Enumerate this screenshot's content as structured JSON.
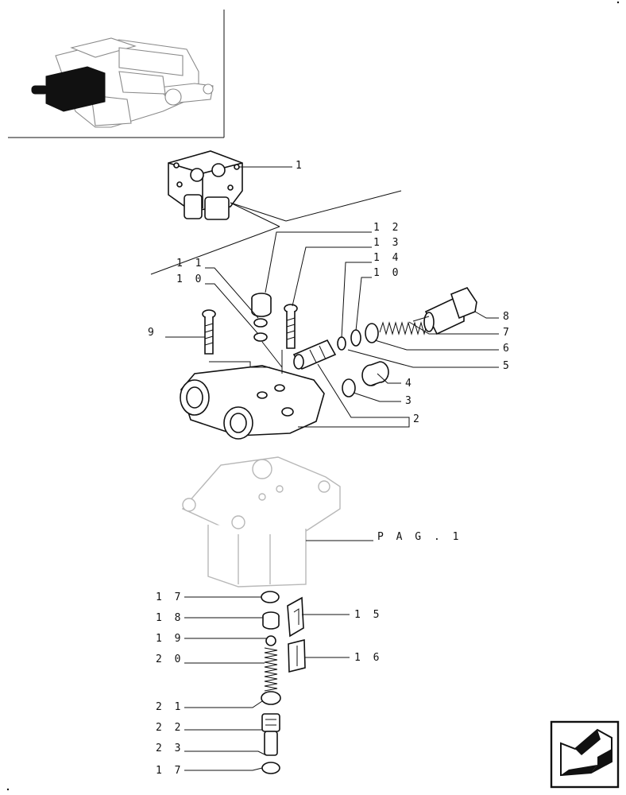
{
  "labels": {
    "l1": "1",
    "l12": "1 2",
    "l13": "1 3",
    "l14": "1 4",
    "l10a": "1 0",
    "l11": "1 1",
    "l10b": "1 0",
    "l9": "9",
    "l8": "8",
    "l7": "7",
    "l6": "6",
    "l5": "5",
    "l4": "4",
    "l3": "3",
    "l2": "2",
    "pag": "P A G  . 1",
    "l17a": "1 7",
    "l18": "1 8",
    "l19": "1 9",
    "l20": "2 0",
    "l21": "2 1",
    "l22": "2 2",
    "l23": "2 3",
    "l17b": "1 7",
    "l15": "1 5",
    "l16": "1 6"
  },
  "icons": {
    "nav": "next-page-arrow-icon",
    "overview": "tractor-lift-overview-thumbnail"
  }
}
